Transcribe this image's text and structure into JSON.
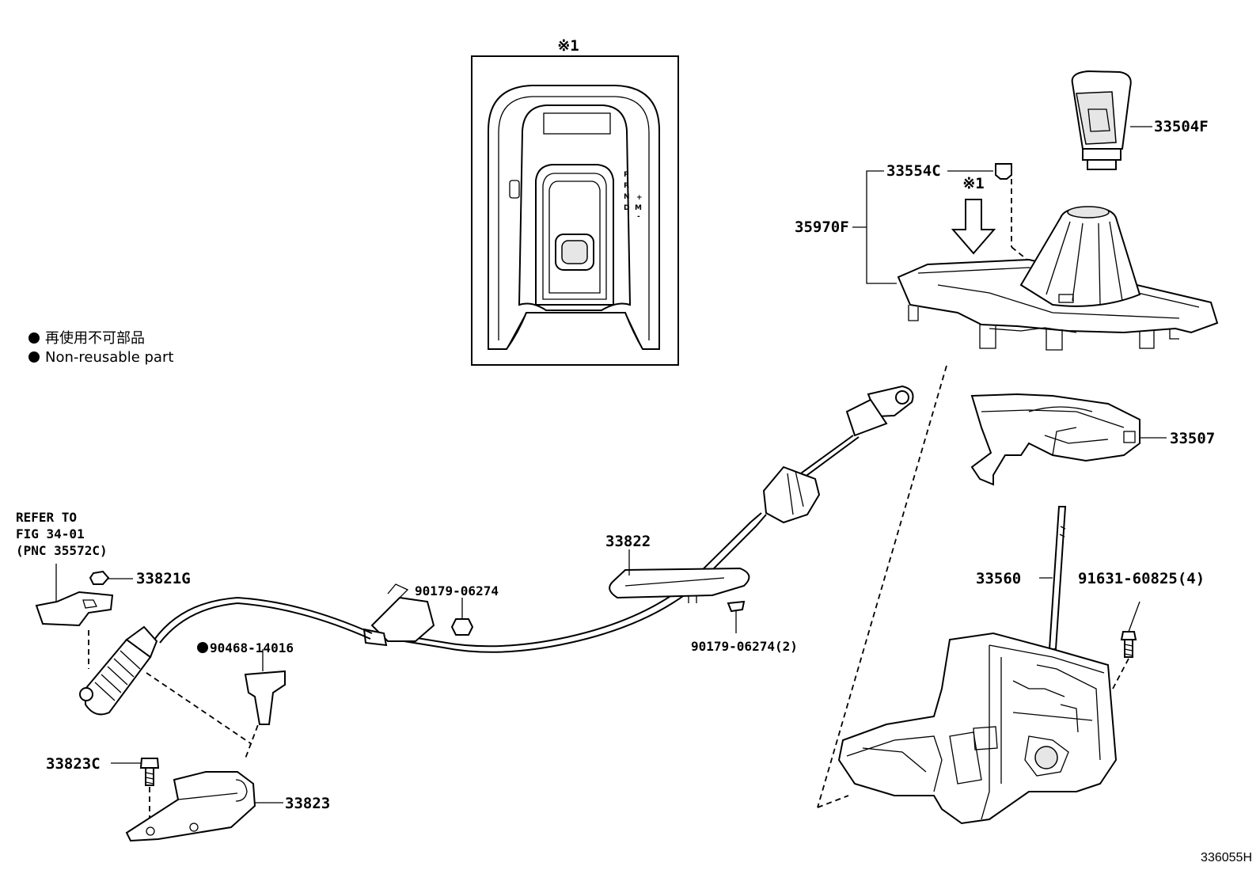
{
  "legend": {
    "jp": "再使用不可部品",
    "en": "Non-reusable part"
  },
  "inset": {
    "ref_mark": "※1",
    "gear_letters": [
      "P",
      "R",
      "N",
      "D",
      "M",
      "+",
      "-"
    ]
  },
  "callouts": {
    "p33504F": "33504F",
    "p33554C": "33554C",
    "p35970F": "35970F",
    "arrow_ref": "※1",
    "p33507": "33507",
    "p33560": "33560",
    "p91631": "91631-60825(4)",
    "p33822": "33822",
    "p90179a": "90179-06274",
    "p90179b": "90179-06274(2)",
    "p33821G": "33821G",
    "p90468": "90468-14016",
    "p33823C": "33823C",
    "p33823": "33823"
  },
  "refer": {
    "line1": "REFER TO",
    "line2": "FIG 34-01",
    "line3": "(PNC 35572C)"
  },
  "figure_id": "336055H"
}
